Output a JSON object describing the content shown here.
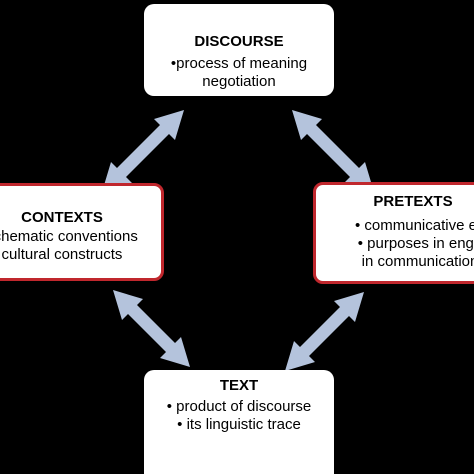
{
  "colors": {
    "background": "#000000",
    "box_fill": "#ffffff",
    "highlight_border": "#c0272d",
    "arrow_fill": "#b4c3dc"
  },
  "nodes": {
    "discourse": {
      "title": "DISCOURSE",
      "items": [
        "•process  of meaning",
        "negotiation"
      ]
    },
    "contexts": {
      "title": "CONTEXTS",
      "items": [
        "schematic conventions",
        "cultural constructs"
      ]
    },
    "pretexts": {
      "title": "PRETEXTS",
      "items": [
        "•  communicative eff",
        "•  purposes in enga",
        "in communication"
      ]
    },
    "text": {
      "title": "TEXT",
      "items": [
        "• product of discourse",
        "• its linguistic trace"
      ]
    }
  }
}
